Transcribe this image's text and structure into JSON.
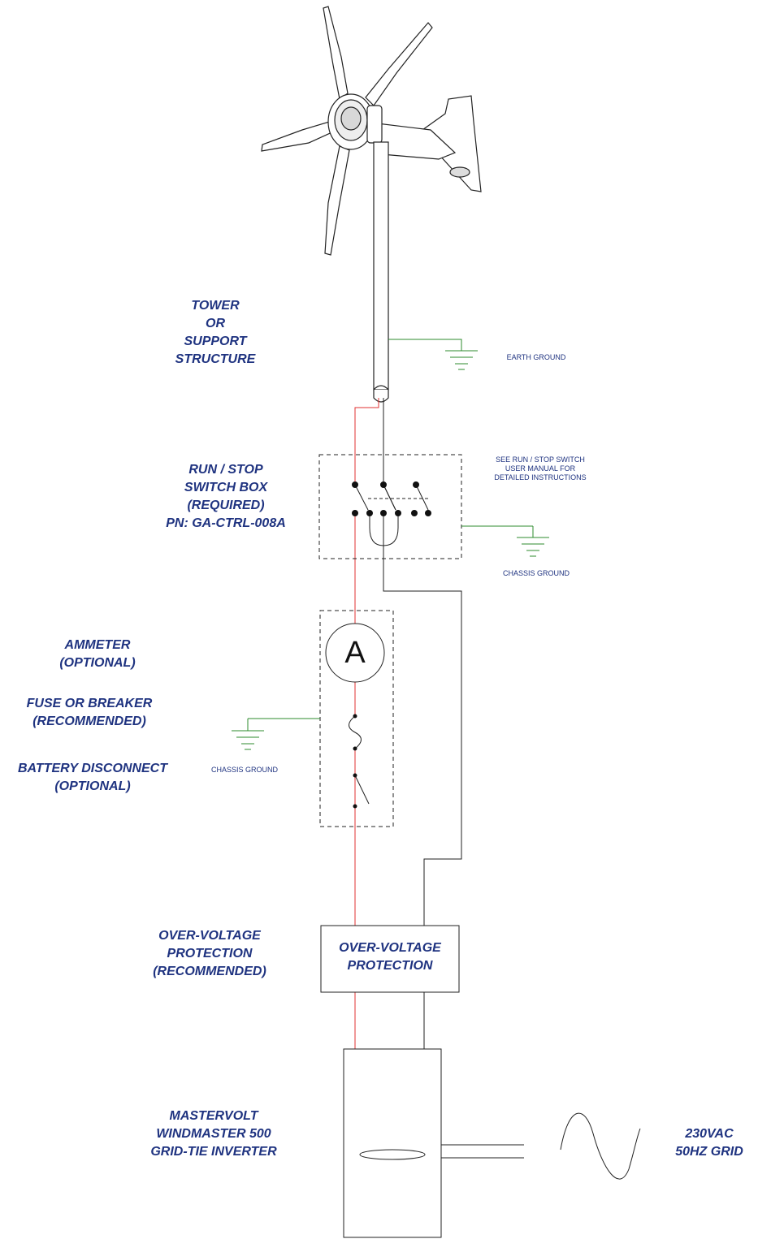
{
  "colors": {
    "label": "#1f3380",
    "positive_wire": "#e03030",
    "negative_wire": "#000000",
    "ground_wire": "#2e8b2e"
  },
  "labels": {
    "tower": [
      "TOWER",
      "OR",
      "SUPPORT",
      "STRUCTURE"
    ],
    "run_stop": [
      "RUN / STOP",
      "SWITCH BOX",
      "(REQUIRED)",
      "PN: GA-CTRL-008A"
    ],
    "ammeter": [
      "AMMETER",
      "(OPTIONAL)"
    ],
    "fuse": [
      "FUSE OR BREAKER",
      "(RECOMMENDED)"
    ],
    "battery_disconnect": [
      "BATTERY DISCONNECT",
      "(OPTIONAL)"
    ],
    "ovp": [
      "OVER-VOLTAGE",
      "PROTECTION",
      "(RECOMMENDED)"
    ],
    "ovp_box": [
      "OVER-VOLTAGE",
      "PROTECTION"
    ],
    "inverter": [
      "MASTERVOLT",
      "WINDMASTER 500",
      "GRID-TIE INVERTER"
    ],
    "grid": [
      "230VAC",
      "50HZ GRID"
    ]
  },
  "notes": {
    "earth_ground": "EARTH GROUND",
    "chassis_ground_switch": "CHASSIS GROUND",
    "chassis_ground_meter": "CHASSIS GROUND",
    "switch_manual": [
      "SEE RUN / STOP SWITCH",
      "USER MANUAL FOR",
      "DETAILED INSTRUCTIONS"
    ]
  },
  "ammeter_symbol": "A",
  "icons": {
    "turbine": "wind-turbine-icon",
    "ground": "ground-symbol-icon",
    "sine": "sine-wave-icon"
  }
}
